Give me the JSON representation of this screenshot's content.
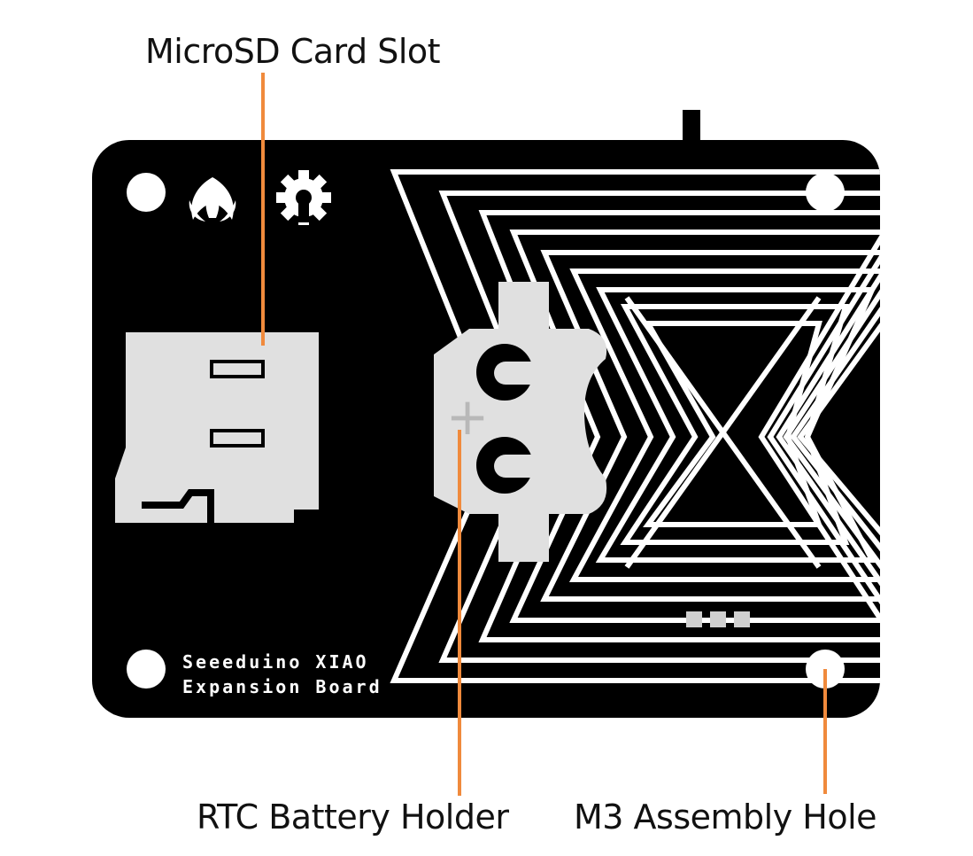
{
  "callouts": {
    "microsd": "MicroSD Card Slot",
    "rtc": "RTC Battery Holder",
    "m3": "M3 Assembly Hole"
  },
  "board": {
    "silkscreen_line1": "Seeeduino XIAO",
    "silkscreen_line2": "Expansion Board",
    "battery_polarity": "+"
  },
  "colors": {
    "board": "#000000",
    "component": "#e0e0e0",
    "callout_line": "#f08a3c",
    "silkscreen": "#ffffff"
  },
  "icons": [
    "seeed-logo-icon",
    "open-source-hardware-gear-icon"
  ]
}
